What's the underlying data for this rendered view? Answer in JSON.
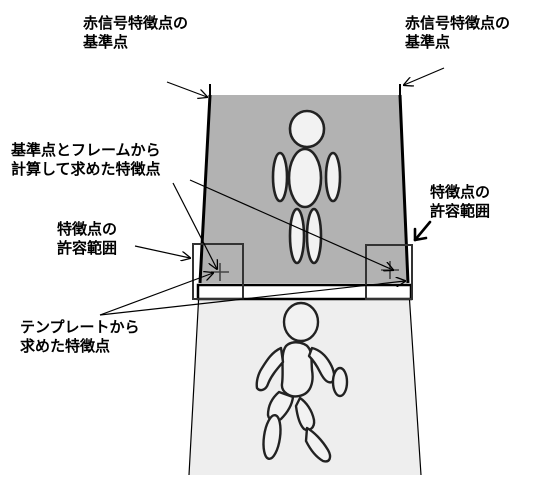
{
  "labels": {
    "signal_ref_left": {
      "line1": "赤信号特徴点の",
      "line2": "基準点"
    },
    "signal_ref_right": {
      "line1": "赤信号特徴点の",
      "line2": "基準点"
    },
    "computed_point": {
      "line1": "基準点とフレームから",
      "line2": "計算して求めた特徴点"
    },
    "tolerance_right": {
      "line1": "特徴点の",
      "line2": "許容範囲"
    },
    "tolerance_left": {
      "line1": "特徴点の",
      "line2": "許容範囲"
    },
    "template_point": {
      "line1": "テンプレートから",
      "line2": "求めた特徴点"
    }
  },
  "colors": {
    "upper_panel": "#b2b2b2",
    "lower_panel": "#eeeeee",
    "figure_fill": "#f2f2f2",
    "stroke": "#000000"
  },
  "figures": {
    "upper": "standing-figure",
    "lower": "walking-figure"
  }
}
